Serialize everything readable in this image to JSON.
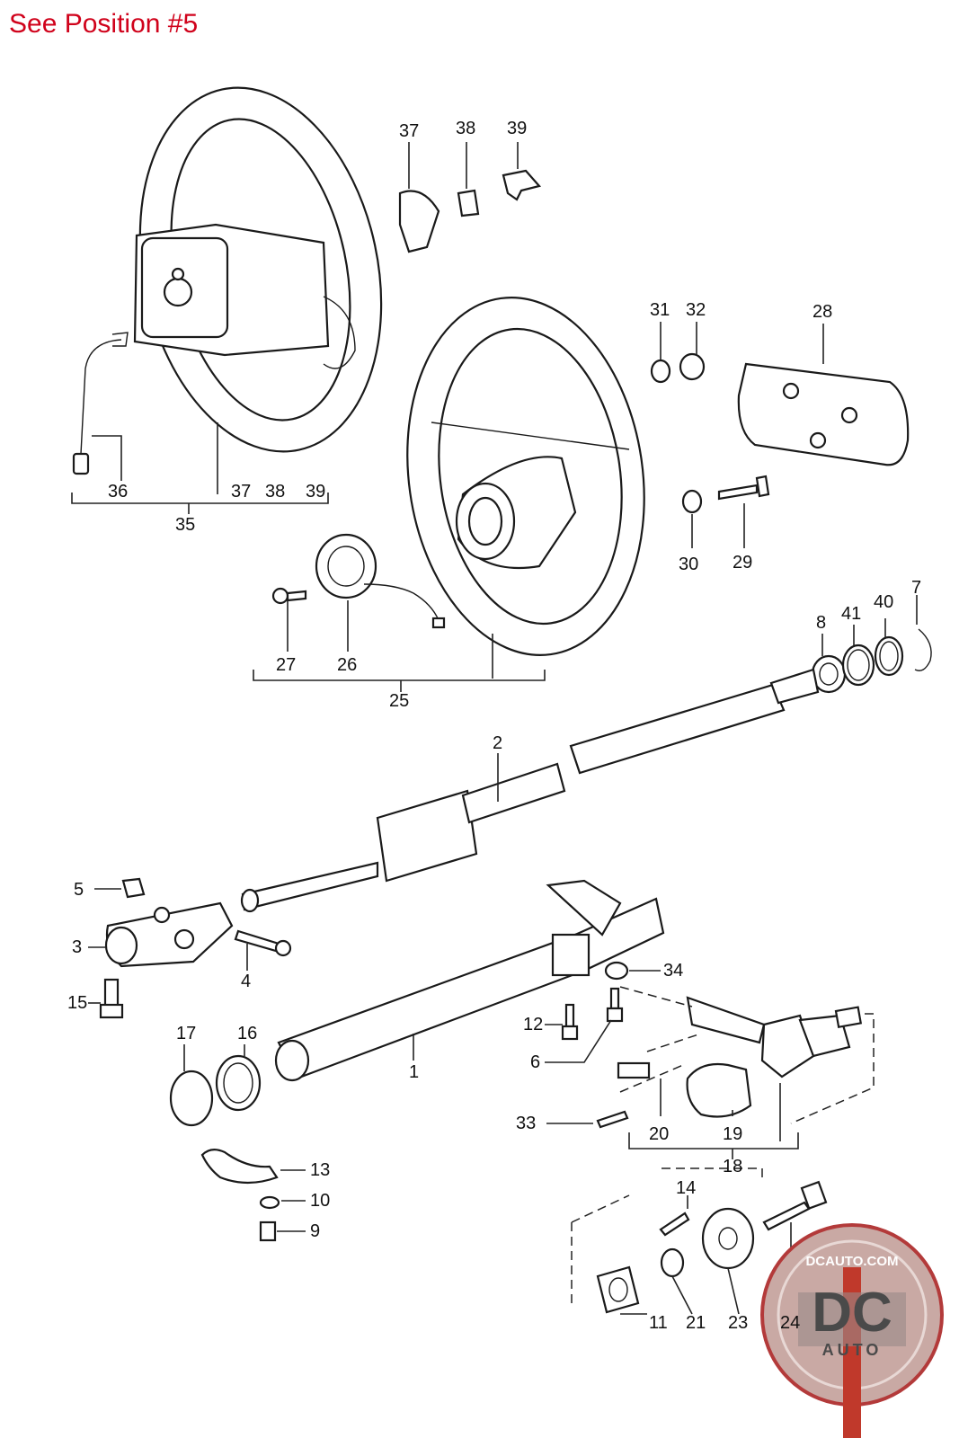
{
  "heading": "See Position #5",
  "labels": {
    "l1": "1",
    "l2": "2",
    "l3": "3",
    "l4": "4",
    "l5": "5",
    "l6": "6",
    "l7": "7",
    "l8": "8",
    "l9": "9",
    "l10": "10",
    "l11": "11",
    "l12": "12",
    "l13": "13",
    "l14": "14",
    "l15": "15",
    "l16": "16",
    "l17": "17",
    "l18": "18",
    "l19": "19",
    "l20": "20",
    "l21": "21",
    "l23": "23",
    "l24": "24",
    "l25": "25",
    "l26": "26",
    "l27": "27",
    "l28": "28",
    "l29": "29",
    "l30": "30",
    "l31": "31",
    "l32": "32",
    "l33": "33",
    "l34": "34",
    "l35": "35",
    "l36": "36",
    "l37a": "37",
    "l38a": "38",
    "l39a": "39",
    "l37b": "37",
    "l38b": "38",
    "l39b": "39",
    "l40": "40",
    "l41": "41"
  },
  "logo": {
    "site": "DCAUTO.COM",
    "mark": "DC",
    "sub": "AUTO"
  },
  "colors": {
    "heading": "#d0021b",
    "logo_bg": "#c9a9a4",
    "logo_ring": "#b33a3a",
    "logo_stripe": "#c0392b"
  }
}
